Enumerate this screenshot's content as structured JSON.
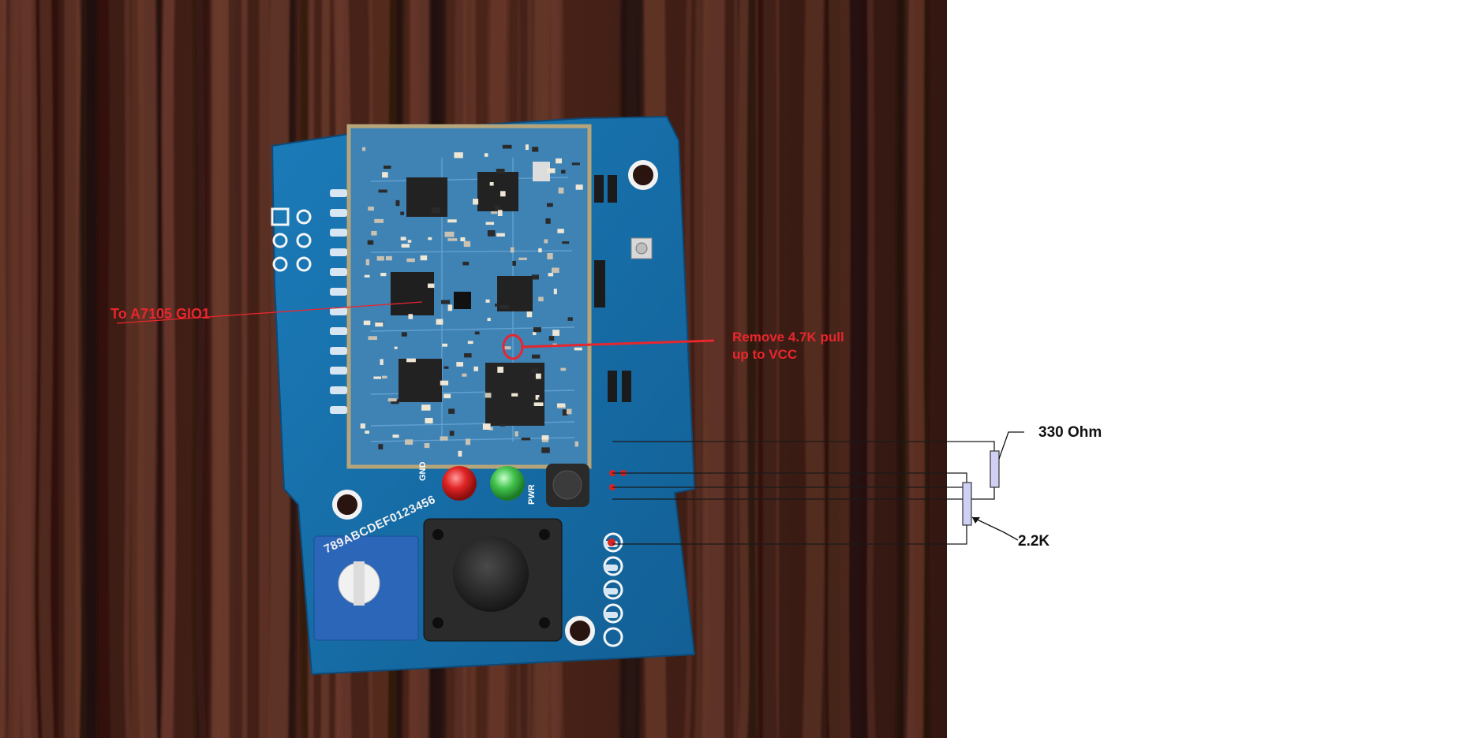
{
  "annotations": {
    "gio_label": "To A7105 GIO1",
    "pullup_label_line1": "Remove 4.7K pull",
    "pullup_label_line2": "up to VCC",
    "resistor_top_label": "330 Ohm",
    "resistor_bottom_label": "2.2K"
  },
  "board": {
    "led_gnd_label": "GND",
    "led_pwr_label": "PWR",
    "dial_markings": "789ABCDEF0123456"
  },
  "colors": {
    "annotation_red": "#e8262d",
    "pcb_blue": "#1a6fa8",
    "wood_dark": "#2a1410",
    "wood_light": "#6a3a2c",
    "resistor_fill": "#cfd0f4",
    "led_red": "#d92222",
    "led_green": "#3fbf4a"
  }
}
